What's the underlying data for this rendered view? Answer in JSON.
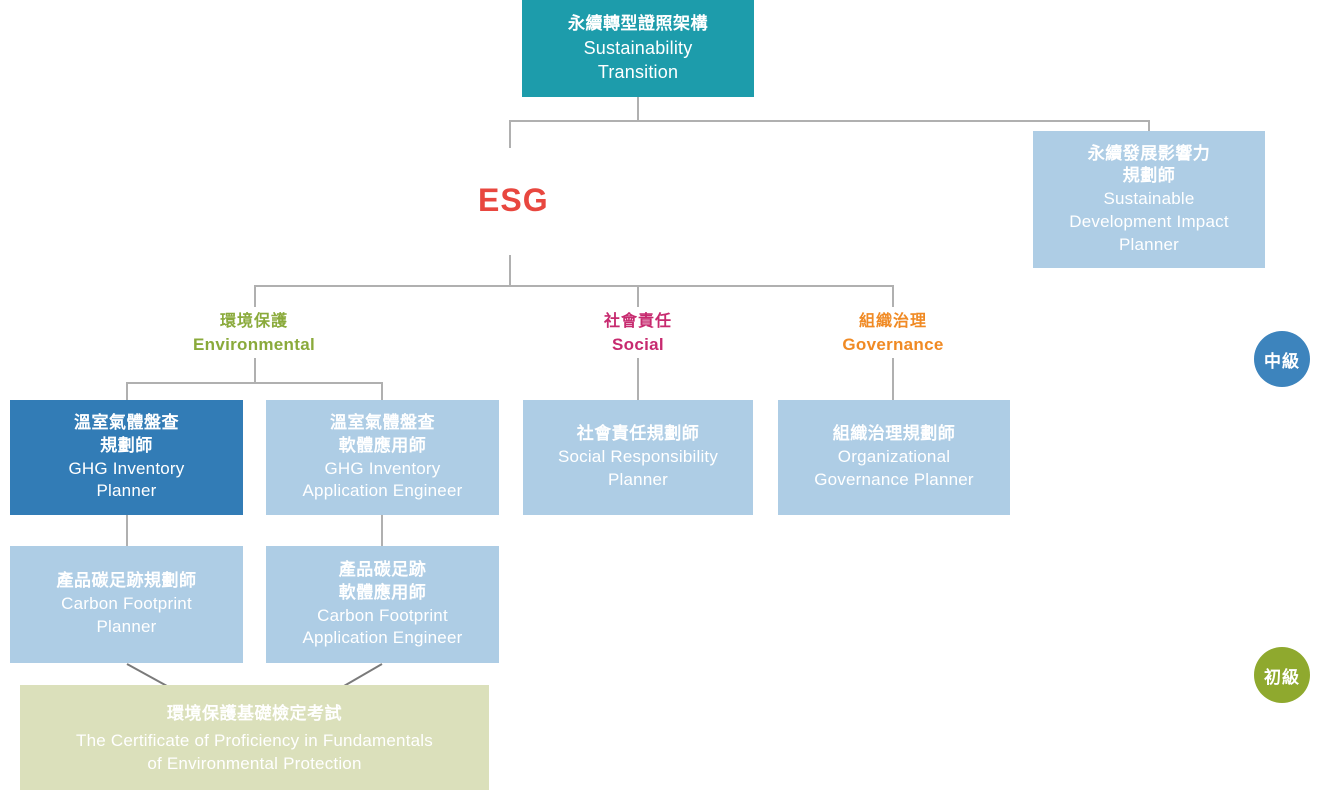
{
  "diagram": {
    "title_zh": "永續轉型證照架構",
    "title_en_line1": "Sustainability",
    "title_en_line2": "Transition",
    "wordmark": "ESG",
    "colors": {
      "root_teal": "#1d9cab",
      "card_light_blue": "#aecde5",
      "card_dark_blue": "#327cb6",
      "card_olive": "#dbe0bb",
      "wordmark_red": "#e8473f",
      "environmental_green": "#8aaa3b",
      "social_magenta": "#c72a6f",
      "governance_orange": "#f08a24",
      "connector_gray": "#b0b0b0",
      "badge_blue": "#3d84bd",
      "badge_olive": "#8fa92e"
    }
  },
  "pillars": [
    {
      "zh": "環境保護",
      "en": "Environmental",
      "color": "#8aaa3b"
    },
    {
      "zh": "社會責任",
      "en": "Social",
      "color": "#c72a6f"
    },
    {
      "zh": "組織治理",
      "en": "Governance",
      "color": "#f08a24"
    }
  ],
  "cards": {
    "sdi_planner": {
      "zh_line1": "永續發展影響力",
      "zh_line2": "規劃師",
      "en_line1": "Sustainable",
      "en_line2": "Development Impact",
      "en_line3": "Planner"
    },
    "ghg_inventory_planner": {
      "zh_line1": "溫室氣體盤查",
      "zh_line2": "規劃師",
      "en_line1": "GHG Inventory",
      "en_line2": "Planner"
    },
    "ghg_app_engineer": {
      "zh_line1": "溫室氣體盤查",
      "zh_line2": "軟體應用師",
      "en_line1": "GHG Inventory",
      "en_line2": "Application Engineer"
    },
    "social_responsibility_planner": {
      "zh_line1": "社會責任規劃師",
      "en_line1": "Social Responsibility",
      "en_line2": "Planner"
    },
    "org_governance_planner": {
      "zh_line1": "組織治理規劃師",
      "en_line1": "Organizational",
      "en_line2": "Governance Planner"
    },
    "carbon_footprint_planner": {
      "zh_line1": "產品碳足跡規劃師",
      "en_line1": "Carbon Footprint",
      "en_line2": "Planner"
    },
    "carbon_footprint_app_engineer": {
      "zh_line1": "產品碳足跡",
      "zh_line2": "軟體應用師",
      "en_line1": "Carbon Footprint",
      "en_line2": "Application Engineer"
    },
    "env_fundamentals_exam": {
      "zh_line1": "環境保護基礎檢定考試",
      "en_line1": "The Certificate of Proficiency in Fundamentals",
      "en_line2": "of Environmental Protection"
    }
  },
  "badges": [
    {
      "label": "中級",
      "color": "#3d84bd"
    },
    {
      "label": "初級",
      "color": "#8fa92e"
    }
  ]
}
